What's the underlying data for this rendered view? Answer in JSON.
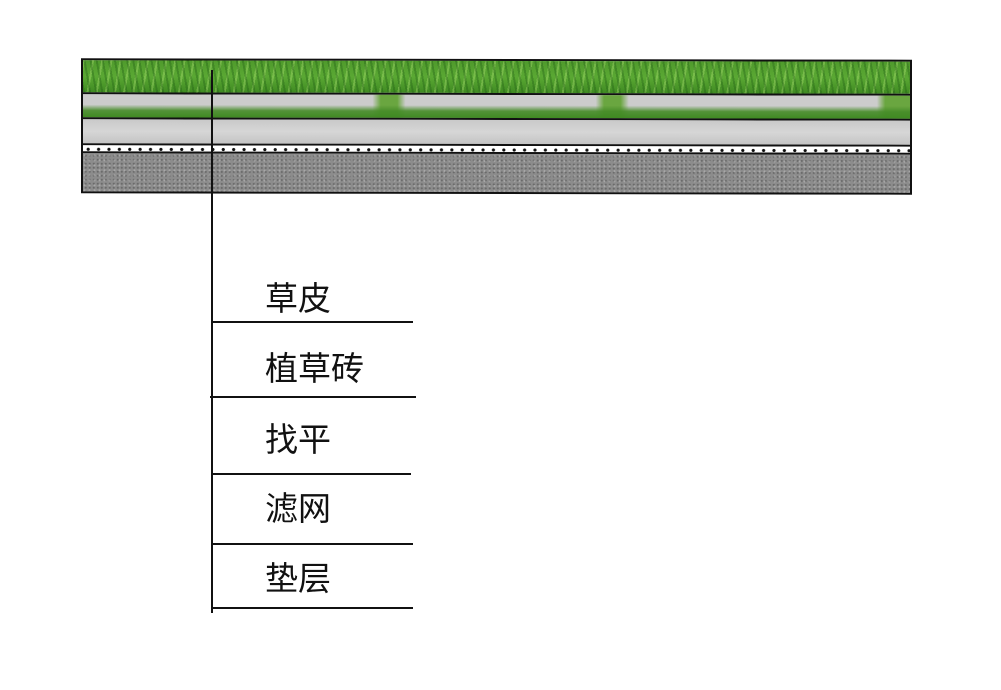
{
  "title": "草坪砖构造示意",
  "layers": [
    {
      "name": "grass",
      "label": "草皮"
    },
    {
      "name": "grass-brick",
      "label": "植草砖"
    },
    {
      "name": "leveling",
      "label": "找平"
    },
    {
      "name": "filter-mesh",
      "label": "滤网"
    },
    {
      "name": "cushion",
      "label": "垫层"
    }
  ],
  "colors": {
    "line": "#111111",
    "grass": "#5aa833",
    "level": "#cfcfcf",
    "gravel": "#8c8c8c"
  }
}
